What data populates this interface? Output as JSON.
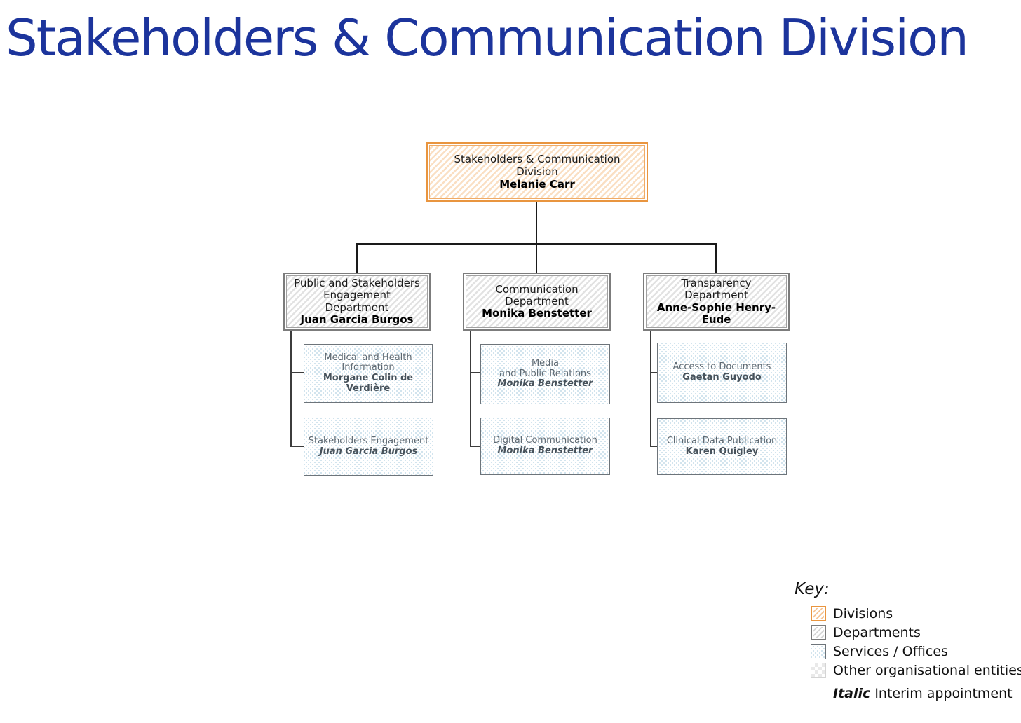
{
  "page": {
    "title": "Stakeholders & Communication Division"
  },
  "org": {
    "division": {
      "label": "Stakeholders & Communication\nDivision",
      "name": "Melanie Carr",
      "interim": false
    },
    "departments": [
      {
        "label": "Public and Stakeholders\nEngagement\nDepartment",
        "name": "Juan Garcia Burgos",
        "interim": false,
        "services": [
          {
            "label": "Medical and Health\nInformation",
            "name": "Morgane Colin de\nVerdière",
            "interim": false
          },
          {
            "label": "Stakeholders Engagement",
            "name": "Juan Garcia Burgos",
            "interim": true
          }
        ]
      },
      {
        "label": "Communication\nDepartment",
        "name": "Monika Benstetter",
        "interim": false,
        "services": [
          {
            "label": "Media\nand Public Relations",
            "name": "Monika Benstetter",
            "interim": true
          },
          {
            "label": "Digital Communication",
            "name": "Monika Benstetter",
            "interim": true
          }
        ]
      },
      {
        "label": "Transparency\nDepartment",
        "name": "Anne-Sophie Henry-\nEude",
        "interim": false,
        "services": [
          {
            "label": "Access to Documents",
            "name": "Gaetan Guyodo",
            "interim": false
          },
          {
            "label": "Clinical Data Publication",
            "name": "Karen Quigley",
            "interim": false
          }
        ]
      }
    ]
  },
  "key": {
    "heading": "Key:",
    "items": [
      {
        "label": "Divisions",
        "swatch": "division"
      },
      {
        "label": "Departments",
        "swatch": "department"
      },
      {
        "label": "Services / Offices",
        "swatch": "service"
      },
      {
        "label": "Other organisational entities",
        "swatch": "other"
      }
    ],
    "italic_term": "Italic",
    "italic_desc": "Interim appointment"
  },
  "colors": {
    "title_text": "#1c349c",
    "division_border": "#e9953f",
    "division_hatch": "#fadfc3",
    "department_border": "#7c7c7c",
    "department_hatch": "#e2e2e2",
    "service_border": "#6d747a",
    "service_dots": "#cadfeb",
    "connector_line": "#1a1a1a",
    "service_label_text": "#5d6871",
    "service_name_text": "#47525b"
  }
}
